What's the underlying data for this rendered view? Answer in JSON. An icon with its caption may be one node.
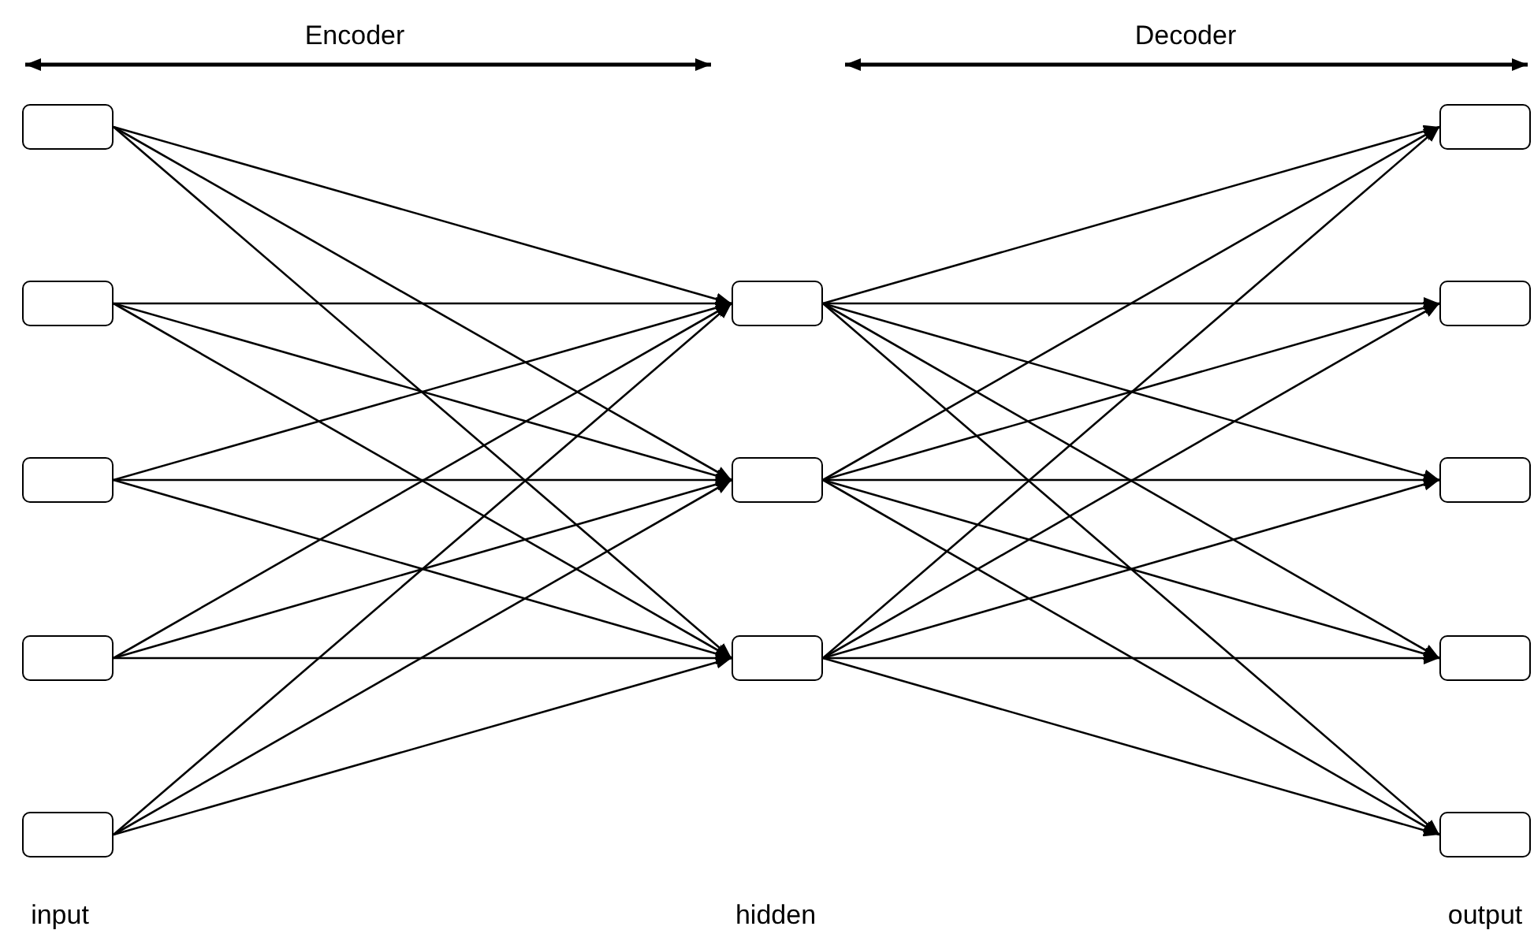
{
  "diagram": {
    "nodes": [
      {
        "text": [],
        "shape": "box"
      },
      {
        "text": [],
        "shape": "box"
      },
      {
        "text": [],
        "shape": "box"
      },
      {
        "text": [],
        "shape": "box"
      },
      {
        "text": [],
        "shape": "box"
      },
      {
        "text": [],
        "shape": "box"
      },
      {
        "text": [],
        "shape": "box"
      },
      {
        "text": [],
        "shape": "box"
      },
      {
        "text": [],
        "shape": "box"
      },
      {
        "text": [],
        "shape": "box"
      },
      {
        "text": [],
        "shape": "box"
      },
      {
        "text": [],
        "shape": "box"
      },
      {
        "text": [],
        "shape": "box"
      }
    ],
    "edges": [
      {
        "from": 0,
        "to": 5,
        "arrow": "to"
      },
      {
        "from": 0,
        "to": 6,
        "arrow": "to"
      },
      {
        "from": 0,
        "to": 7,
        "arrow": "to"
      },
      {
        "from": 1,
        "to": 5,
        "arrow": "to"
      },
      {
        "from": 1,
        "to": 6,
        "arrow": "to"
      },
      {
        "from": 1,
        "to": 7,
        "arrow": "to"
      },
      {
        "from": 2,
        "to": 5,
        "arrow": "to"
      },
      {
        "from": 2,
        "to": 6,
        "arrow": "to"
      },
      {
        "from": 2,
        "to": 7,
        "arrow": "to"
      },
      {
        "from": 3,
        "to": 5,
        "arrow": "to"
      },
      {
        "from": 3,
        "to": 6,
        "arrow": "to"
      },
      {
        "from": 3,
        "to": 7,
        "arrow": "to"
      },
      {
        "from": 4,
        "to": 5,
        "arrow": "to"
      },
      {
        "from": 4,
        "to": 6,
        "arrow": "to"
      },
      {
        "from": 4,
        "to": 7,
        "arrow": "to"
      },
      {
        "from": 5,
        "to": 8,
        "arrow": "to"
      },
      {
        "from": 5,
        "to": 9,
        "arrow": "to"
      },
      {
        "from": 5,
        "to": 10,
        "arrow": "to"
      },
      {
        "from": 5,
        "to": 11,
        "arrow": "to"
      },
      {
        "from": 5,
        "to": 12,
        "arrow": "to"
      },
      {
        "from": 6,
        "to": 8,
        "arrow": "to"
      },
      {
        "from": 6,
        "to": 9,
        "arrow": "to"
      },
      {
        "from": 6,
        "to": 10,
        "arrow": "to"
      },
      {
        "from": 6,
        "to": 11,
        "arrow": "to"
      },
      {
        "from": 6,
        "to": 12,
        "arrow": "to"
      },
      {
        "from": 7,
        "to": 8,
        "arrow": "to"
      },
      {
        "from": 7,
        "to": 9,
        "arrow": "to"
      },
      {
        "from": 7,
        "to": 10,
        "arrow": "to"
      },
      {
        "from": 7,
        "to": 11,
        "arrow": "to"
      },
      {
        "from": 7,
        "to": 12,
        "arrow": "to"
      }
    ],
    "labels": [
      "Encoder",
      "Decoder",
      "input",
      "hidden",
      "output"
    ]
  }
}
